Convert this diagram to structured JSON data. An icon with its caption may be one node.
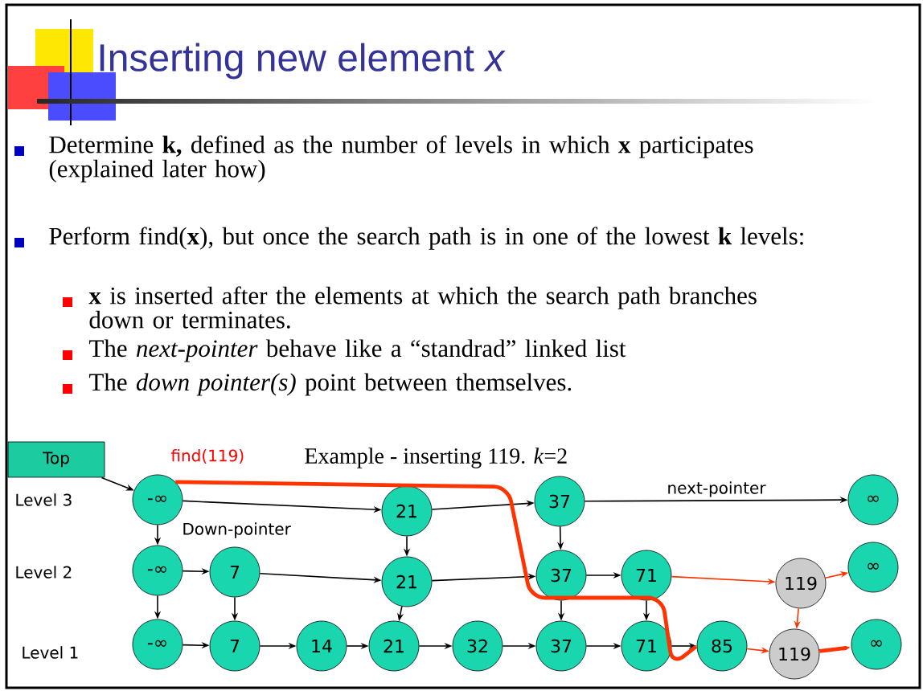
{
  "diagram": {
    "title": "Inserting new element *x*",
    "nodes": [
      {
        "text": [
          "Top"
        ]
      },
      {
        "text": [
          "-∞"
        ]
      },
      {
        "text": [
          "21"
        ]
      },
      {
        "text": [
          "37"
        ]
      },
      {
        "text": [
          "∞"
        ]
      },
      {
        "text": [
          "-∞"
        ]
      },
      {
        "text": [
          "7"
        ]
      },
      {
        "text": [
          "21"
        ]
      },
      {
        "text": [
          "37"
        ]
      },
      {
        "text": [
          "71"
        ]
      },
      {
        "text": [
          "119"
        ]
      },
      {
        "text": [
          "∞"
        ]
      },
      {
        "text": [
          "-∞"
        ]
      },
      {
        "text": [
          "7"
        ]
      },
      {
        "text": [
          "14"
        ]
      },
      {
        "text": [
          "21"
        ]
      },
      {
        "text": [
          "32"
        ]
      },
      {
        "text": [
          "37"
        ]
      },
      {
        "text": [
          "71"
        ]
      },
      {
        "text": [
          "85"
        ]
      },
      {
        "text": [
          "119"
        ]
      },
      {
        "text": [
          "∞"
        ]
      }
    ],
    "edges": [
      {
        "from": 0,
        "to": 1,
        "arrow": "to"
      },
      {
        "from": 1,
        "to": 2,
        "arrow": "to"
      },
      {
        "from": 2,
        "to": 3,
        "arrow": "to"
      },
      {
        "from": 3,
        "to": 4,
        "arrow": "to",
        "label": "next-pointer"
      },
      {
        "from": 1,
        "to": 5,
        "arrow": "to"
      },
      {
        "from": 2,
        "to": 7,
        "arrow": "to"
      },
      {
        "from": 3,
        "to": 8,
        "arrow": "to"
      },
      {
        "from": 5,
        "to": 6,
        "arrow": "to"
      },
      {
        "from": 6,
        "to": 7,
        "arrow": "to"
      },
      {
        "from": 7,
        "to": 8,
        "arrow": "to"
      },
      {
        "from": 8,
        "to": 9,
        "arrow": "to"
      },
      {
        "from": 9,
        "to": 10,
        "arrow": "to",
        "color": "#ff3300"
      },
      {
        "from": 10,
        "to": 11,
        "arrow": "to",
        "color": "#ff3300"
      },
      {
        "from": 5,
        "to": 12,
        "arrow": "to"
      },
      {
        "from": 6,
        "to": 13,
        "arrow": "to"
      },
      {
        "from": 7,
        "to": 15,
        "arrow": "to"
      },
      {
        "from": 8,
        "to": 17,
        "arrow": "to"
      },
      {
        "from": 9,
        "to": 18,
        "arrow": "to"
      },
      {
        "from": 10,
        "to": 20,
        "arrow": "to",
        "color": "#ff3300"
      },
      {
        "from": 12,
        "to": 13,
        "arrow": "to"
      },
      {
        "from": 13,
        "to": 14,
        "arrow": "to"
      },
      {
        "from": 14,
        "to": 15,
        "arrow": "to"
      },
      {
        "from": 15,
        "to": 16,
        "arrow": "to"
      },
      {
        "from": 16,
        "to": 17,
        "arrow": "to"
      },
      {
        "from": 17,
        "to": 18,
        "arrow": "to"
      },
      {
        "from": 18,
        "to": 19,
        "arrow": "to"
      },
      {
        "from": 19,
        "to": 20,
        "arrow": "to",
        "color": "#ff3300"
      },
      {
        "from": 20,
        "to": 21,
        "arrow": "to",
        "color": "#ff3300",
        "style": "thick"
      },
      {
        "from": 1,
        "to": 19,
        "arrow": "none",
        "color": "#ff3300",
        "style": "thick"
      }
    ],
    "labels": [
      "Determine **k,** defined as the number of levels in which **x** participates (explained later how)",
      "Perform find(**x**), but once the search path is in one of the lowest **k** levels:",
      "**x** is inserted after the elements at which the search path branches down or terminates.",
      "The *next-pointer* behave like a “standrad” linked list",
      "The *down pointer(s)* point between themselves.",
      "find(119)",
      "Example - inserting 119. *k*=2",
      "Level 3",
      "Level 2",
      "Level 1",
      "Down-pointer"
    ]
  }
}
